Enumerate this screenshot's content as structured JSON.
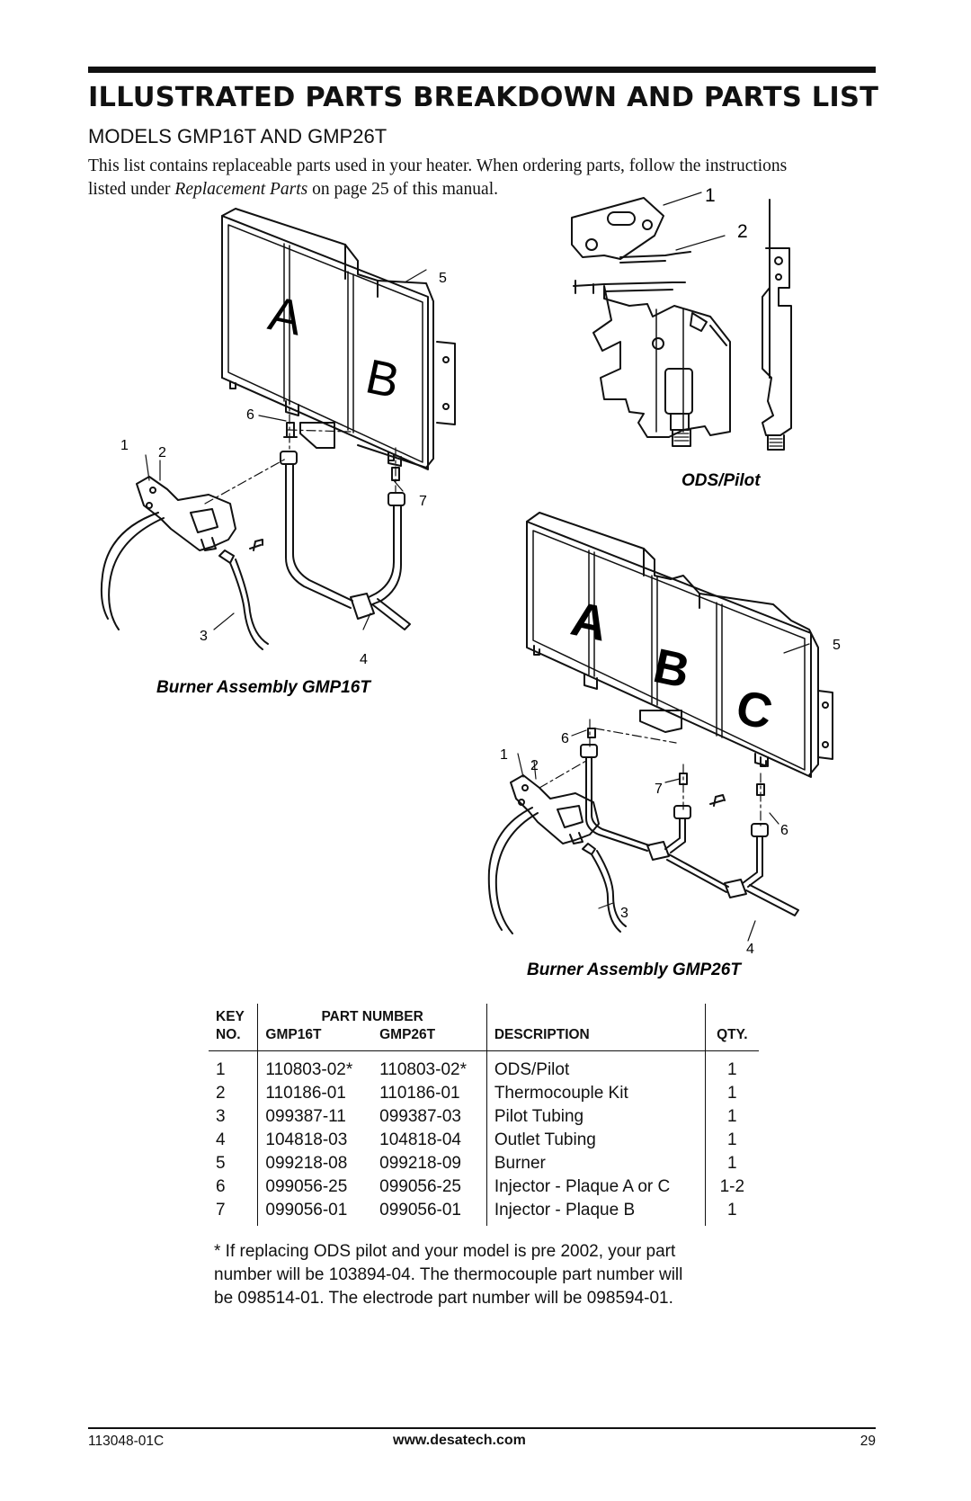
{
  "header": {
    "title": "ILLUSTRATED PARTS BREAKDOWN AND PARTS LIST",
    "subtitle": "MODELS GMP16T AND GMP26T",
    "intro_line1": "This list contains replaceable parts used in your heater. When ordering parts, follow the instructions",
    "intro_line2_pre": "listed under ",
    "intro_line2_em": "Replacement Parts",
    "intro_line2_post": " on page 25 of this manual."
  },
  "figures": {
    "gmp16t": {
      "caption": "Burner Assembly GMP16T",
      "plaque_a": "A",
      "plaque_b": "B",
      "callouts": [
        "1",
        "2",
        "3",
        "4",
        "5",
        "6",
        "7"
      ]
    },
    "ods_pilot": {
      "caption": "ODS/Pilot",
      "callouts": [
        "1",
        "2"
      ]
    },
    "gmp26t": {
      "caption": "Burner Assembly GMP26T",
      "plaque_a": "A",
      "plaque_b": "B",
      "plaque_c": "C",
      "callouts": [
        "1",
        "2",
        "3",
        "4",
        "5",
        "6",
        "6",
        "7"
      ]
    }
  },
  "parts_table": {
    "headers": {
      "key": "KEY",
      "no": "NO.",
      "part_number": "PART NUMBER",
      "gmp16t": "GMP16T",
      "gmp26t": "GMP26T",
      "description": "DESCRIPTION",
      "qty": "QTY."
    },
    "rows": [
      {
        "key": "1",
        "gmp16t": "110803-02*",
        "gmp26t": "110803-02*",
        "description": "ODS/Pilot",
        "qty": "1"
      },
      {
        "key": "2",
        "gmp16t": "110186-01",
        "gmp26t": "110186-01",
        "description": "Thermocouple Kit",
        "qty": "1"
      },
      {
        "key": "3",
        "gmp16t": "099387-11",
        "gmp26t": "099387-03",
        "description": "Pilot Tubing",
        "qty": "1"
      },
      {
        "key": "4",
        "gmp16t": "104818-03",
        "gmp26t": "104818-04",
        "description": "Outlet Tubing",
        "qty": "1"
      },
      {
        "key": "5",
        "gmp16t": "099218-08",
        "gmp26t": "099218-09",
        "description": "Burner",
        "qty": "1"
      },
      {
        "key": "6",
        "gmp16t": "099056-25",
        "gmp26t": "099056-25",
        "description": "Injector - Plaque A or C",
        "qty": "1-2"
      },
      {
        "key": "7",
        "gmp16t": "099056-01",
        "gmp26t": "099056-01",
        "description": "Injector - Plaque B",
        "qty": "1"
      }
    ]
  },
  "footnote": {
    "line1": "* If replacing ODS pilot and your model is pre 2002, your part",
    "line2": "number will be 103894-04. The thermocouple part number will",
    "line3": "be 098514-01. The electrode part number will be 098594-01."
  },
  "footer": {
    "doc_number": "113048-01C",
    "website": "www.desatech.com",
    "page_number": "29"
  }
}
